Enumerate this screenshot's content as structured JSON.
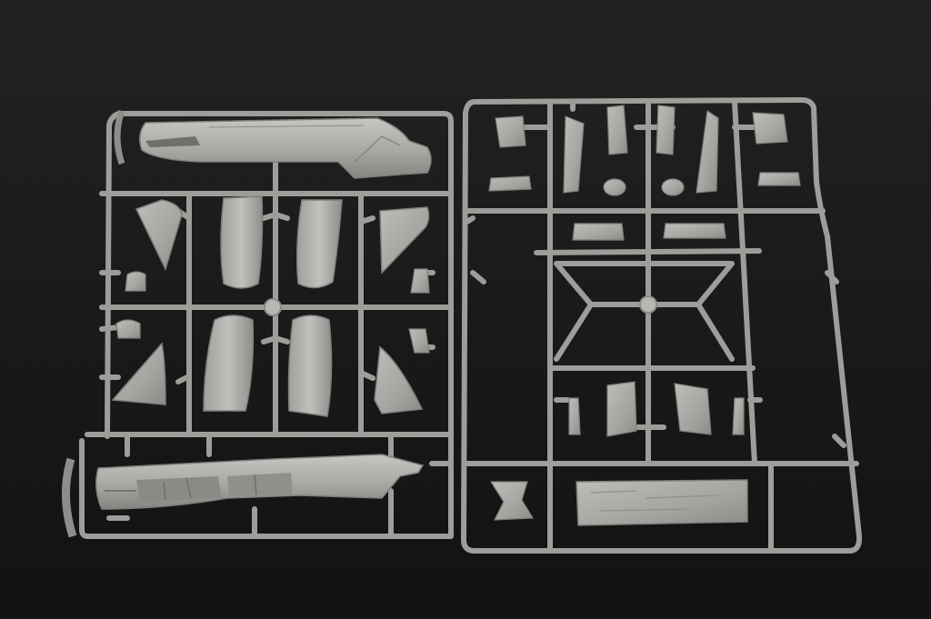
{
  "image": {
    "subject": "plastic-model-kit-sprues",
    "background_color": "#1a1a1a",
    "plastic_color": "#a9aaa6",
    "plastic_shadow_color": "#7f807c",
    "plastic_highlight_color": "#c4c5c1"
  },
  "sprues": [
    {
      "id": "left-sprue",
      "part_count": 18
    },
    {
      "id": "right-sprue",
      "part_count": 20
    }
  ]
}
